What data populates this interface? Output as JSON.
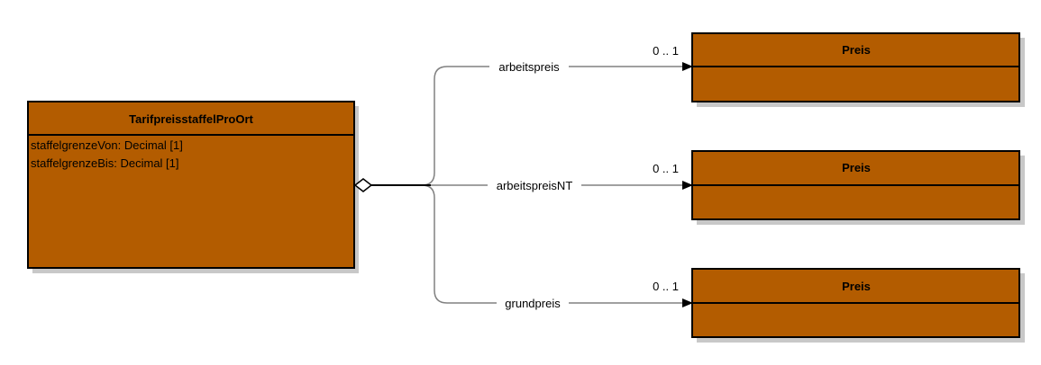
{
  "colors": {
    "class_fill": "#b35c00",
    "class_border": "#000000",
    "shadow": "#c8c8c8",
    "line": "#808080",
    "line_dark": "#000000"
  },
  "source_class": {
    "name": "TarifpreisstaffelProOrt",
    "attributes": [
      "staffelgrenzeVon: Decimal [1]",
      "staffelgrenzeBis: Decimal [1]"
    ]
  },
  "target_classes": [
    {
      "name": "Preis"
    },
    {
      "name": "Preis"
    },
    {
      "name": "Preis"
    }
  ],
  "associations": [
    {
      "role": "arbeitspreis",
      "multiplicity": "0 .. 1",
      "aggregation": "shared"
    },
    {
      "role": "arbeitspreisNT",
      "multiplicity": "0 .. 1",
      "aggregation": "shared"
    },
    {
      "role": "grundpreis",
      "multiplicity": "0 .. 1",
      "aggregation": "shared"
    }
  ]
}
